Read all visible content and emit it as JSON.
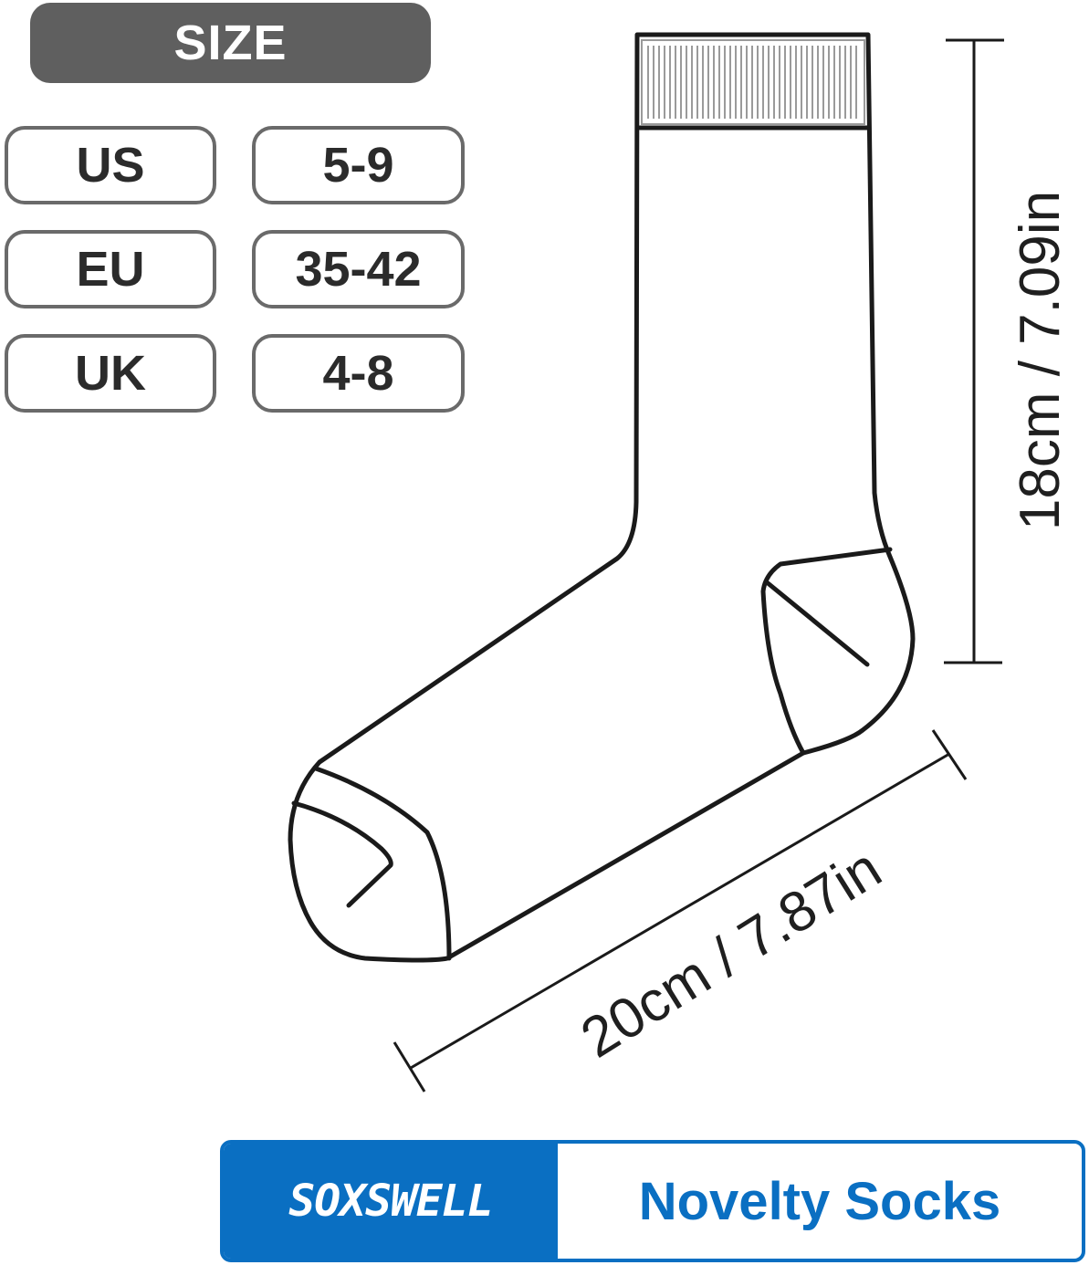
{
  "size_chart": {
    "title": "SIZE",
    "rows": [
      {
        "region": "US",
        "size": "5-9"
      },
      {
        "region": "EU",
        "size": "35-42"
      },
      {
        "region": "UK",
        "size": "4-8"
      }
    ]
  },
  "dimensions": {
    "height": "18cm / 7.09in",
    "length": "20cm / 7.87in"
  },
  "brand": {
    "logo": "SOXSWELL",
    "tagline": "Novelty Socks"
  },
  "colors": {
    "header_bg": "#5f5f5f",
    "pill_border": "#6a6a6a",
    "brand_blue": "#0a6fc2",
    "line": "#1a1a1a"
  },
  "icons": {
    "sock": "sock-outline-icon",
    "logo": "soxswell-logo"
  }
}
